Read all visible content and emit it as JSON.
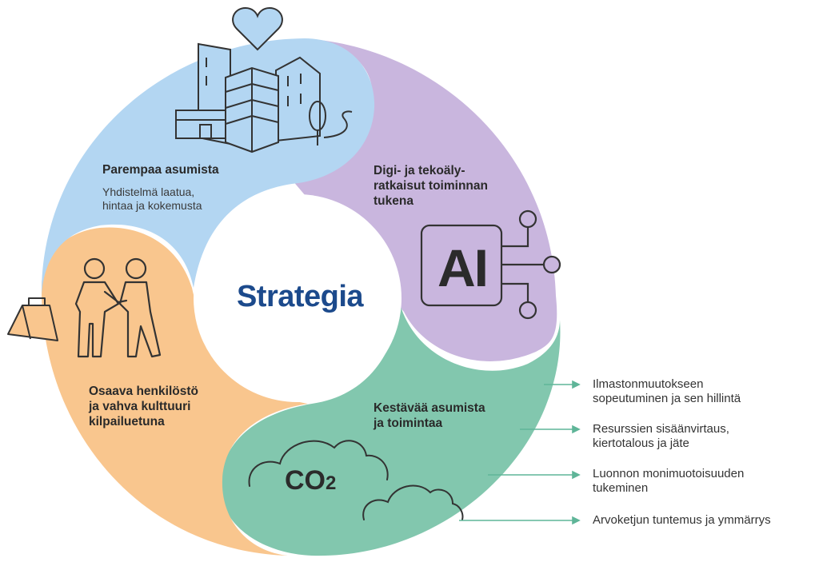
{
  "center": {
    "title": "Strategia"
  },
  "segments": [
    {
      "id": "housing",
      "title": "Parempaa asumista",
      "subtitle_lines": [
        "Yhdistelmä laatua,",
        "hintaa ja kokemusta"
      ],
      "color": "#b3d6f2"
    },
    {
      "id": "digital",
      "title_lines": [
        "Digi- ja tekoäly-",
        "ratkaisut toiminnan",
        "tukena"
      ],
      "color": "#c9b6de"
    },
    {
      "id": "sustainable",
      "title_lines": [
        "Kestävää asumista",
        "ja toimintaa"
      ],
      "color": "#82c7ae"
    },
    {
      "id": "people",
      "title_lines": [
        "Osaava henkilöstö",
        "ja vahva kulttuuri",
        "kilpailuetuna"
      ],
      "color": "#f9c68e"
    }
  ],
  "icons": {
    "ai_label": "AI",
    "co2_label": "CO2"
  },
  "sustainability_items": [
    {
      "lines": [
        "Ilmastonmuutokseen",
        "sopeutuminen ja sen hillintä"
      ]
    },
    {
      "lines": [
        "Resurssien sisäänvirtaus,",
        "kiertotalous ja jäte"
      ]
    },
    {
      "lines": [
        "Luonnon monimuotoisuuden",
        "tukeminen"
      ]
    },
    {
      "lines": [
        "Arvoketjun tuntemus ja ymmärrys"
      ]
    }
  ],
  "colors": {
    "arrow": "#5fb598",
    "ink": "#333333",
    "center_text": "#1c4a8c"
  }
}
